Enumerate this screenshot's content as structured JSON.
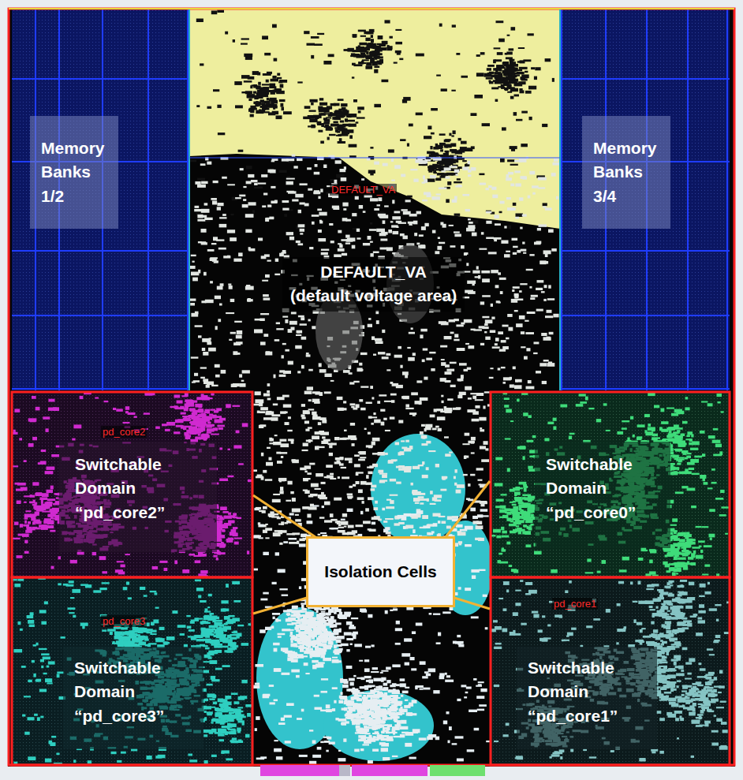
{
  "diagram": {
    "nodes": [
      {
        "text": [
          "Memory Banks 1/2"
        ]
      },
      {
        "text": [
          "DEFAULT_VA",
          "(default voltage area)"
        ]
      },
      {
        "text": [
          "Memory Banks 3/4"
        ]
      },
      {
        "text": [
          "Switchable Domain “pd_core2”"
        ]
      },
      {
        "text": [
          "Switchable Domain “pd_core0”"
        ]
      },
      {
        "text": [
          "Isolation Cells"
        ]
      },
      {
        "text": [
          "Switchable Domain “pd_core3”"
        ]
      },
      {
        "text": [
          "Switchable Domain “pd_core1”"
        ]
      }
    ],
    "labels": [
      "DEFAULT_VA",
      "pd_core2",
      "pd_core3",
      "pd_core1"
    ]
  }
}
